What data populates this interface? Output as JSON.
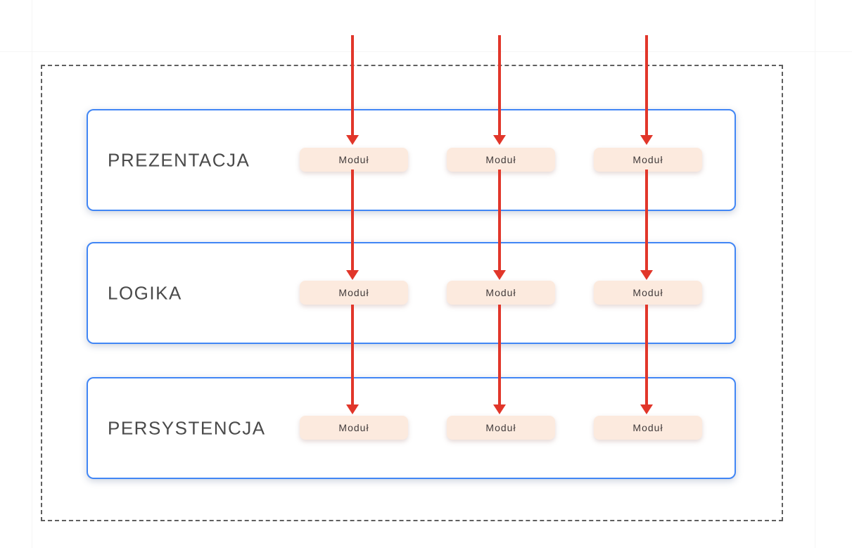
{
  "diagram": {
    "type": "layered-architecture",
    "boundary": "dashed-system-frame",
    "layers": [
      {
        "id": "prezentacja",
        "label": "PREZENTACJA",
        "modules": [
          "Moduł",
          "Moduł",
          "Moduł"
        ]
      },
      {
        "id": "logika",
        "label": "LOGIKA",
        "modules": [
          "Moduł",
          "Moduł",
          "Moduł"
        ]
      },
      {
        "id": "persystencja",
        "label": "PERSYSTENCJA",
        "modules": [
          "Moduł",
          "Moduł",
          "Moduł"
        ]
      }
    ],
    "arrows": {
      "direction": "top-to-bottom",
      "columns": 3,
      "description": "three vertical red arrows flowing from outside the boundary through each layer's modules"
    },
    "colors": {
      "layer_border": "#4186f5",
      "module_bg": "#fceade",
      "arrow": "#e1362a",
      "boundary": "#5f5f5f",
      "label_text": "#4a4a4a",
      "module_text": "#423c3c"
    }
  }
}
